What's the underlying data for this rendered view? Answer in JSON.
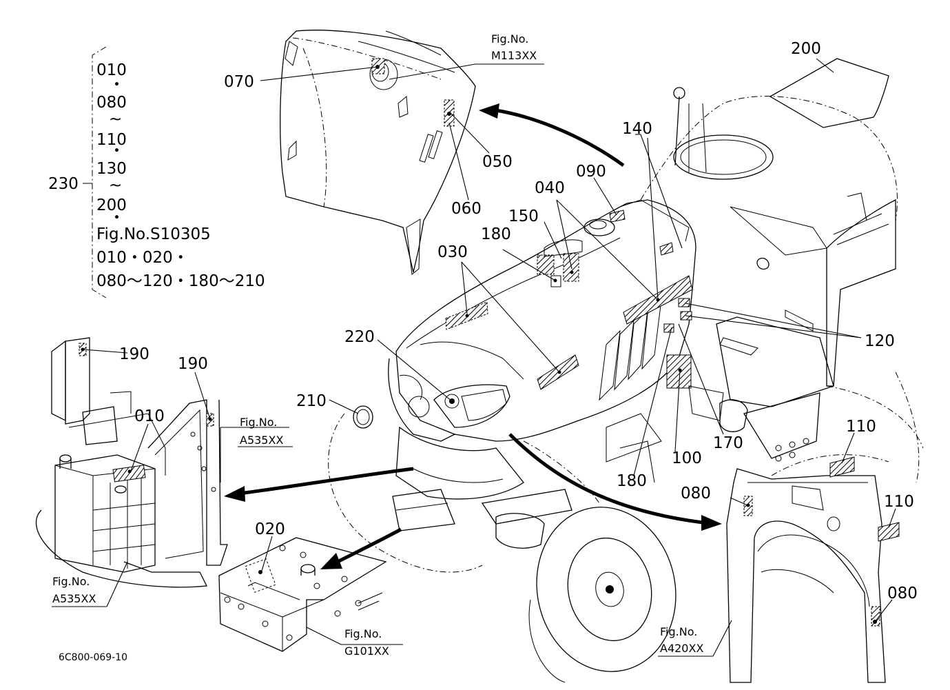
{
  "ref_list": {
    "bracket_number": "230",
    "lines": [
      "010",
      "・",
      "080",
      "~",
      "110",
      "・",
      "130",
      "~",
      "200",
      "・",
      "Fig.No.S10305",
      "010・020・",
      "080～120・180～210"
    ]
  },
  "fig_refs": [
    {
      "id": "m113",
      "label": "Fig.No.",
      "code": "M113XX"
    },
    {
      "id": "a535-right",
      "label": "Fig.No.",
      "code": "A535XX"
    },
    {
      "id": "a535-left",
      "label": "Fig.No.",
      "code": "A535XX"
    },
    {
      "id": "g101",
      "label": "Fig.No.",
      "code": "G101XX"
    },
    {
      "id": "a420",
      "label": "Fig.No.",
      "code": "A420XX"
    }
  ],
  "callouts": [
    {
      "id": "070",
      "text": "070"
    },
    {
      "id": "050",
      "text": "050"
    },
    {
      "id": "060",
      "text": "060"
    },
    {
      "id": "200",
      "text": "200"
    },
    {
      "id": "140",
      "text": "140"
    },
    {
      "id": "090",
      "text": "090"
    },
    {
      "id": "040",
      "text": "040"
    },
    {
      "id": "150",
      "text": "150"
    },
    {
      "id": "180a",
      "text": "180"
    },
    {
      "id": "030",
      "text": "030"
    },
    {
      "id": "220",
      "text": "220"
    },
    {
      "id": "210",
      "text": "210"
    },
    {
      "id": "120",
      "text": "120"
    },
    {
      "id": "100",
      "text": "100"
    },
    {
      "id": "170",
      "text": "170"
    },
    {
      "id": "180b",
      "text": "180"
    },
    {
      "id": "190a",
      "text": "190"
    },
    {
      "id": "190b",
      "text": "190"
    },
    {
      "id": "010",
      "text": "010"
    },
    {
      "id": "020",
      "text": "020"
    },
    {
      "id": "110a",
      "text": "110"
    },
    {
      "id": "110b",
      "text": "110"
    },
    {
      "id": "080a",
      "text": "080"
    },
    {
      "id": "080b",
      "text": "080"
    }
  ],
  "drawing_number": "6C800-069-10"
}
